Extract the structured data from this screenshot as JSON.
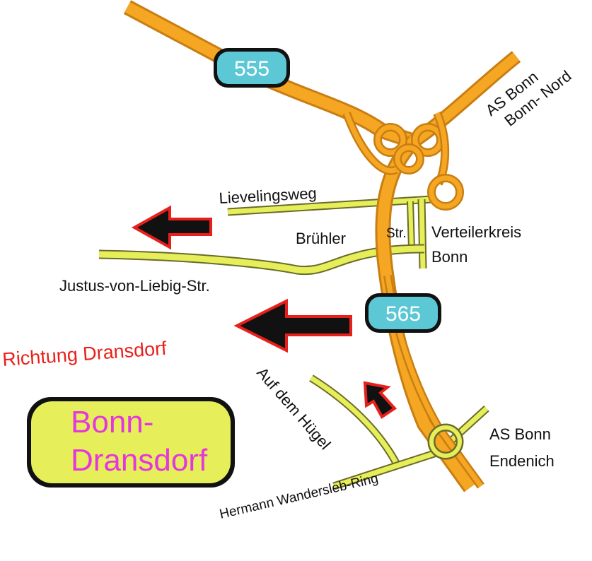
{
  "colors": {
    "motorway": "#f5a623",
    "motorway_edge": "#c97e12",
    "street": "#e6ef5a",
    "street_edge": "#6b6b2a",
    "shield": "#5cc8d6",
    "arrow": "#111111",
    "arrow_outline": "#e8201b",
    "direction_text": "#e8201b",
    "box_fill": "#e6ef5a",
    "box_text": "#e436e0"
  },
  "motorways": [
    {
      "id": "555",
      "label": "555"
    },
    {
      "id": "565",
      "label": "565"
    }
  ],
  "junctions": [
    {
      "line1": "AS Bonn",
      "line2": "Bonn- Nord"
    },
    {
      "line1": "AS Bonn",
      "line2": "Endenich"
    }
  ],
  "streets": {
    "lievelingsweg": "Lievelingsweg",
    "bruehler": "Brühler",
    "str": "Str.",
    "verteilerkreis_1": "Verteilerkreis",
    "verteilerkreis_2": "Bonn",
    "justus": "Justus-von-Liebig-Str.",
    "auf_dem_huegel": "Auf dem Hügel",
    "hermann": "Hermann Wandersleb-Ring"
  },
  "direction": "Richtung Dransdorf",
  "destination": {
    "line1": "Bonn-",
    "line2": "Dransdorf"
  },
  "icons": [
    "arrow-left-icon",
    "arrow-left-icon",
    "arrow-up-left-icon"
  ]
}
